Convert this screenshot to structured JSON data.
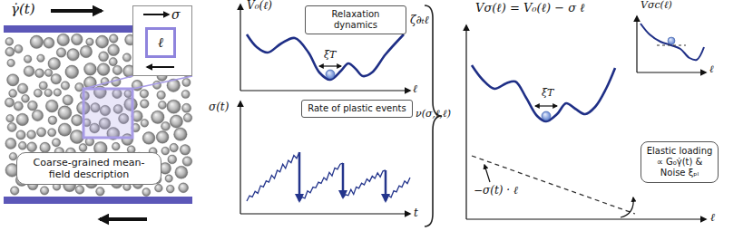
{
  "diagram": {
    "nodes": [
      {
        "text": [
          "σ"
        ]
      },
      {
        "text": [
          "ℓ"
        ],
        "in": 0
      },
      {
        "text": [
          "Coarse-grained mean-field description"
        ]
      },
      {
        "text": [
          "Relaxation dynamics",
          "ζ∂ₜℓ"
        ]
      },
      {
        "text": [
          "Rate of plastic events",
          "ν(σ,ℓ,ℓ̇)"
        ]
      },
      {
        "text": [
          "Elastic loading ∝ G₀γ̇(t) & Noise ξₚₗ"
        ]
      }
    ],
    "labels": [
      "γ̇(t)",
      "V₀(ℓ)",
      "ξT",
      "ℓ",
      "σ(t)",
      "t",
      "Vσ(ℓ) = V₀(ℓ) − σ ℓ",
      "Vσc(ℓ)",
      "ξT",
      "ℓ",
      "−σ(t) · ℓ",
      "ℓ"
    ]
  }
}
